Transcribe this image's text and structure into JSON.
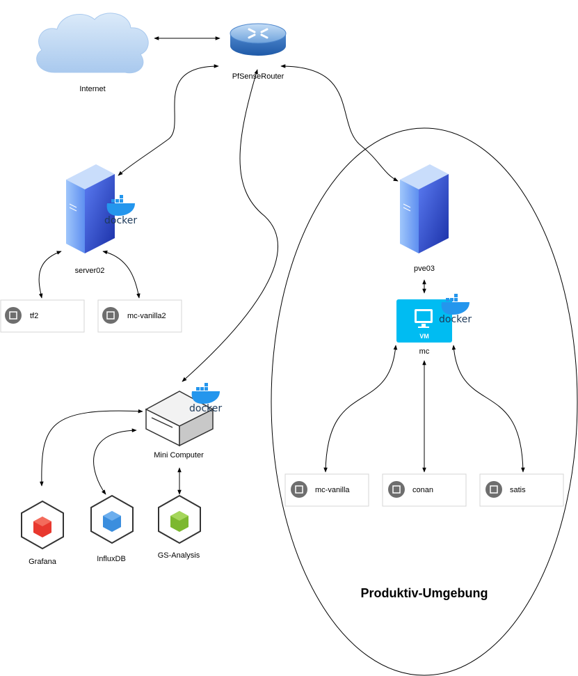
{
  "nodes": {
    "internet": "Internet",
    "router": "PfSenseRouter",
    "server02": "server02",
    "pve03": "pve03",
    "mc": "mc",
    "mini_computer": "Mini Computer"
  },
  "services": {
    "tf2": "tf2",
    "mc_vanilla2": "mc-vanilla2",
    "mc_vanilla": "mc-vanilla",
    "conan": "conan",
    "satis": "satis"
  },
  "apps": {
    "grafana": "Grafana",
    "influxdb": "InfluxDB",
    "gs_analysis": "GS-Analysis"
  },
  "zone": {
    "title": "Produktiv-Umgebung"
  },
  "badges": {
    "docker": "docker",
    "vm": "VM"
  }
}
